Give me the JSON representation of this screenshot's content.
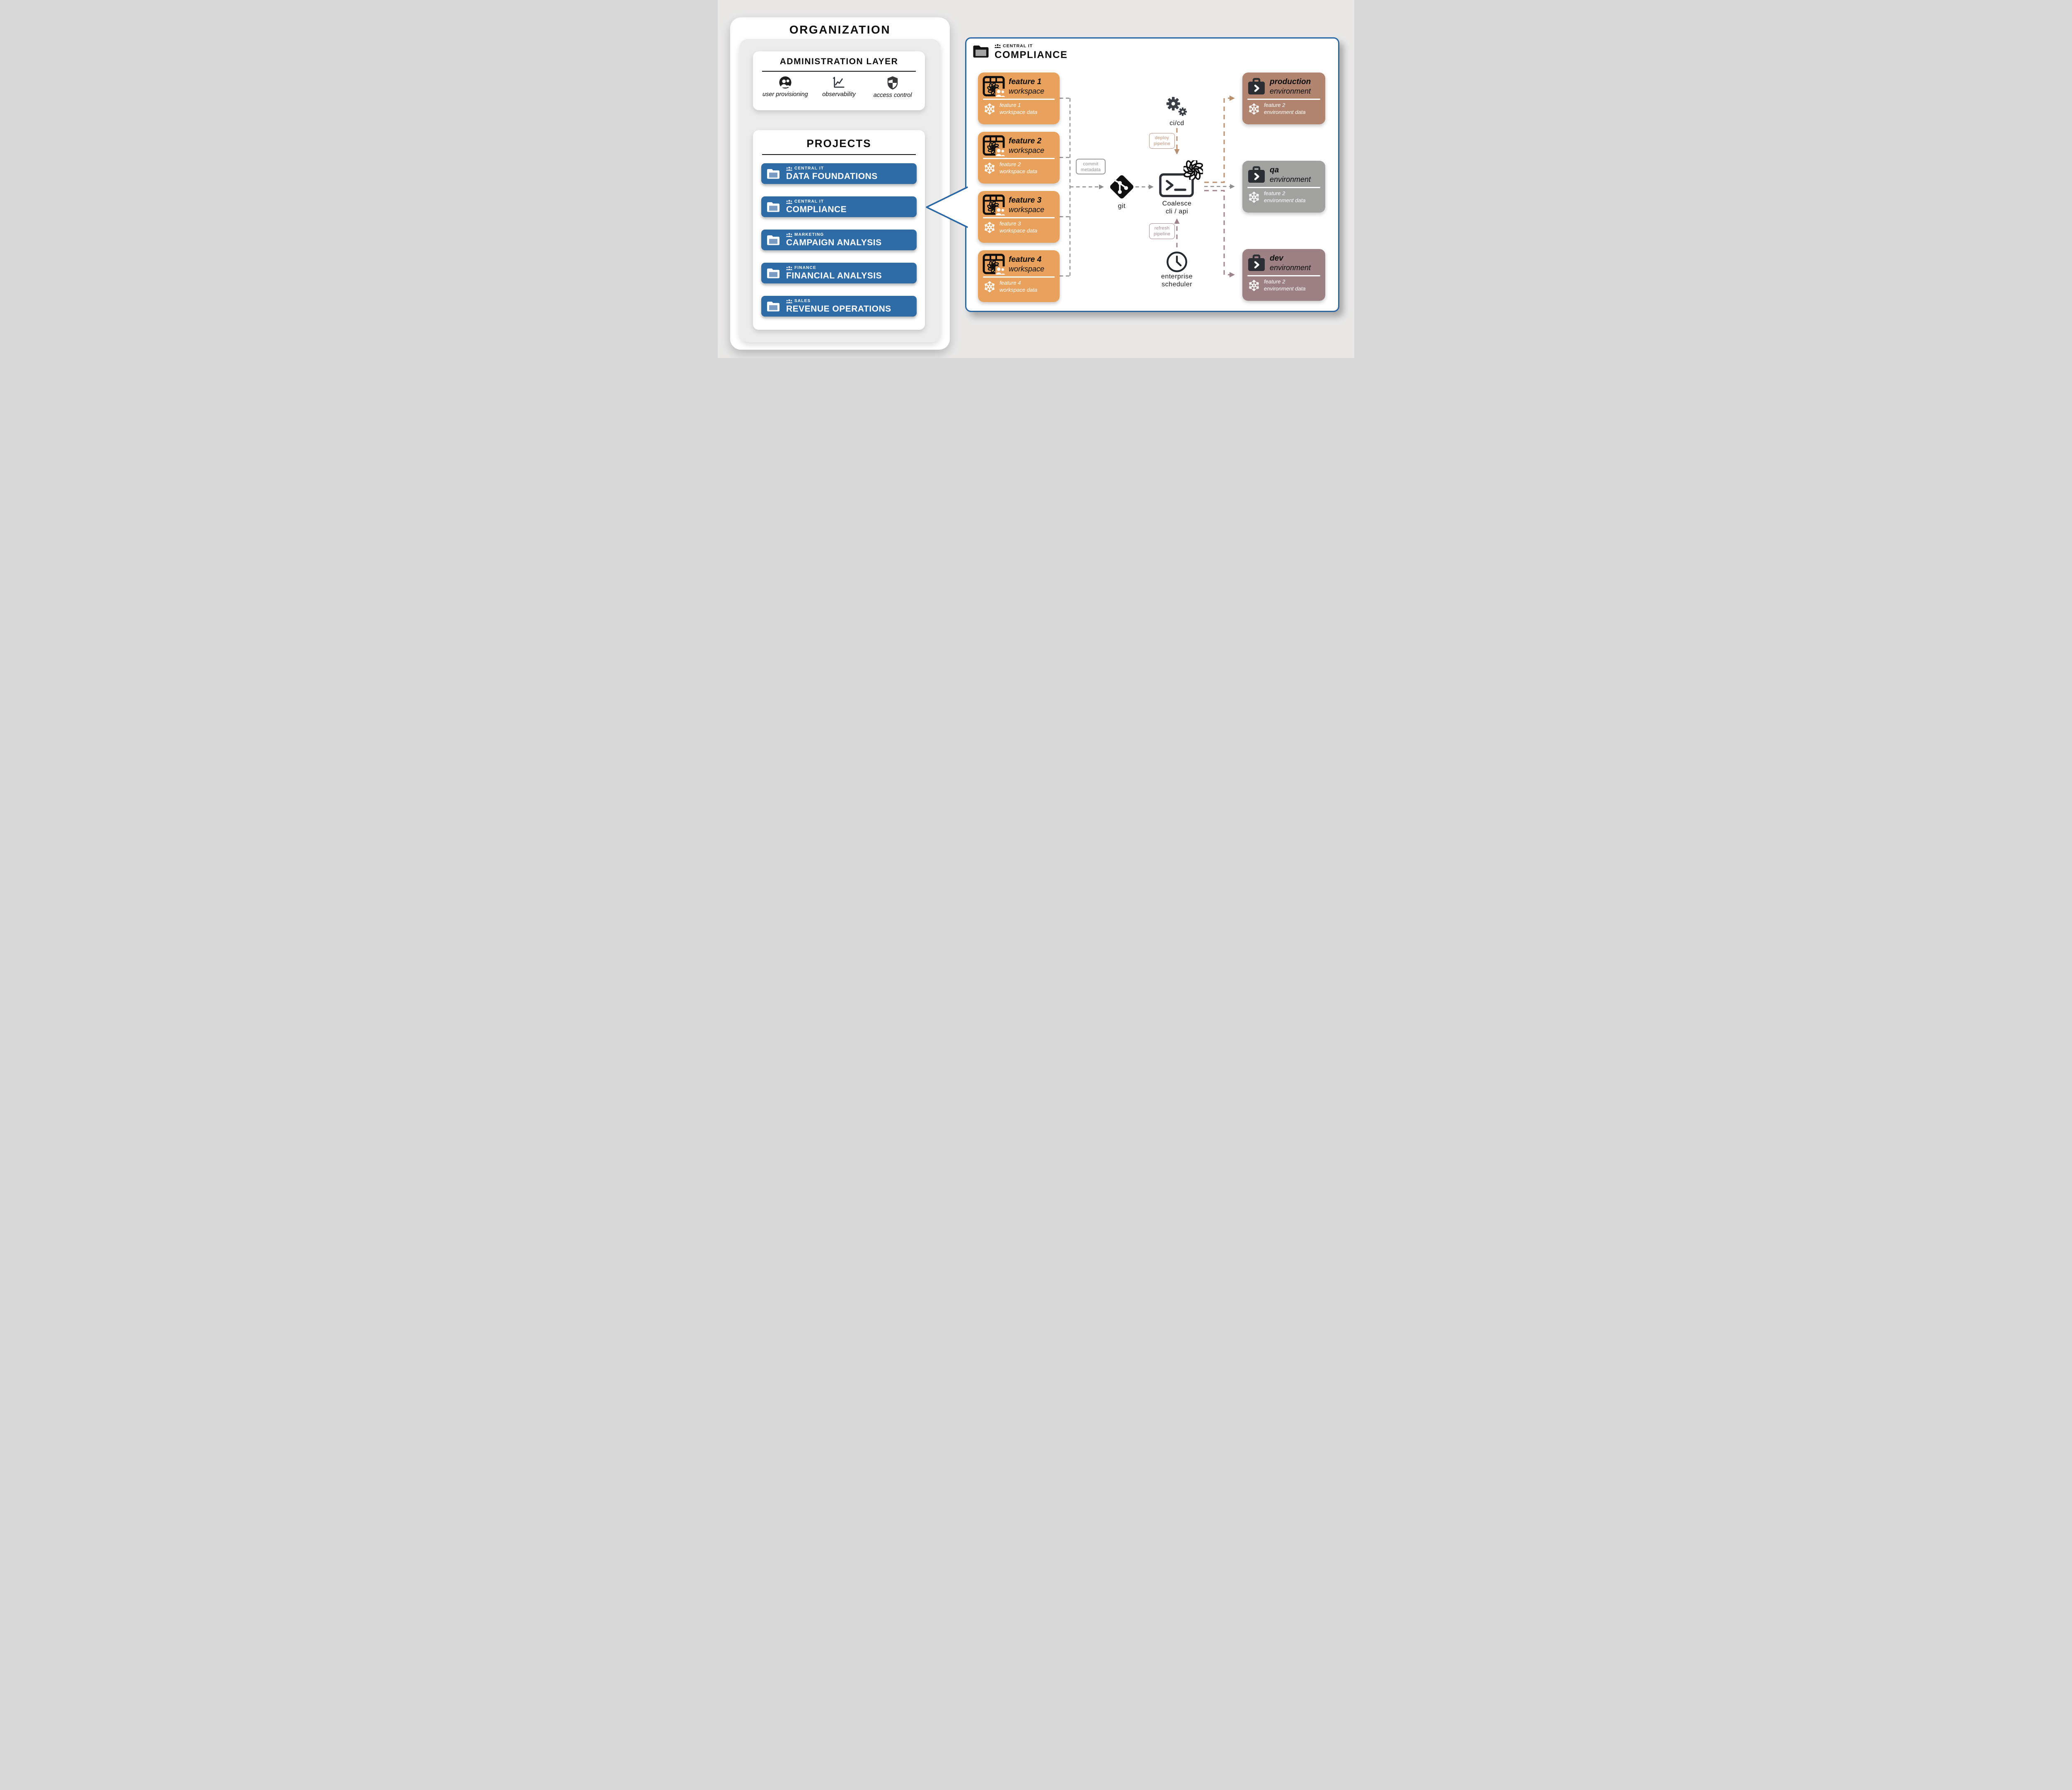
{
  "org_panel": {
    "title": "ORGANIZATION",
    "admin_layer": {
      "title": "ADMINISTRATION LAYER",
      "capabilities": [
        {
          "icon": "user-provisioning-icon",
          "label": "user provisioning"
        },
        {
          "icon": "observability-icon",
          "label": "observability"
        },
        {
          "icon": "access-control-icon",
          "label": "access control"
        }
      ]
    },
    "projects": {
      "title": "PROJECTS",
      "items": [
        {
          "team": "CENTRAL IT",
          "name": "DATA FOUNDATIONS"
        },
        {
          "team": "CENTRAL IT",
          "name": "COMPLIANCE",
          "selected": true
        },
        {
          "team": "MARKETING",
          "name": "CAMPAIGN ANALYSIS"
        },
        {
          "team": "FINANCE",
          "name": "FINANCIAL ANALYSIS"
        },
        {
          "team": "SALES",
          "name": "REVENUE OPERATIONS"
        }
      ]
    }
  },
  "compliance_panel": {
    "team": "CENTRAL IT",
    "title": "COMPLIANCE",
    "workspaces": [
      {
        "name": "feature 1",
        "type": "workspace",
        "data_line1": "feature 1",
        "data_line2": "workspace data",
        "color": "#E9A25D"
      },
      {
        "name": "feature 2",
        "type": "workspace",
        "data_line1": "feature 2",
        "data_line2": "workspace data",
        "color": "#E9A25D"
      },
      {
        "name": "feature 3",
        "type": "workspace",
        "data_line1": "feature 3",
        "data_line2": "workspace data",
        "color": "#E9A25D"
      },
      {
        "name": "feature 4",
        "type": "workspace",
        "data_line1": "feature 4",
        "data_line2": "workspace data",
        "color": "#E9A25D"
      }
    ],
    "pipeline": {
      "commit_line1": "commit",
      "commit_line2": "metadata",
      "git_label": "git",
      "cicd_label": "ci/cd",
      "deploy_line1": "deploy",
      "deploy_line2": "pipeline",
      "coalesce_line1": "Coalesce",
      "coalesce_line2": "cli / api",
      "refresh_line1": "refresh",
      "refresh_line2": "pipeline",
      "scheduler_line1": "enterprise",
      "scheduler_line2": "scheduler"
    },
    "environments": [
      {
        "name": "production",
        "type": "environment",
        "data_line1": "feature 2",
        "data_line2": "environment data",
        "color": "#B0846F"
      },
      {
        "name": "qa",
        "type": "environment",
        "data_line1": "feature 2",
        "data_line2": "environment data",
        "color": "#A1A19F"
      },
      {
        "name": "dev",
        "type": "environment",
        "data_line1": "feature 2",
        "data_line2": "environment data",
        "color": "#9C8084"
      }
    ]
  },
  "colors": {
    "background": "#E9E8E7",
    "project_button": "#2F6BA4",
    "panel_border": "#2A66A4",
    "workspace_card": "#E9A25D",
    "production_card": "#B0846F",
    "qa_card": "#A1A19F",
    "dev_card": "#9C8084",
    "arrow_gray": "#8F8F8F",
    "arrow_tan": "#B8906F",
    "arrow_mauve": "#9D8289"
  }
}
